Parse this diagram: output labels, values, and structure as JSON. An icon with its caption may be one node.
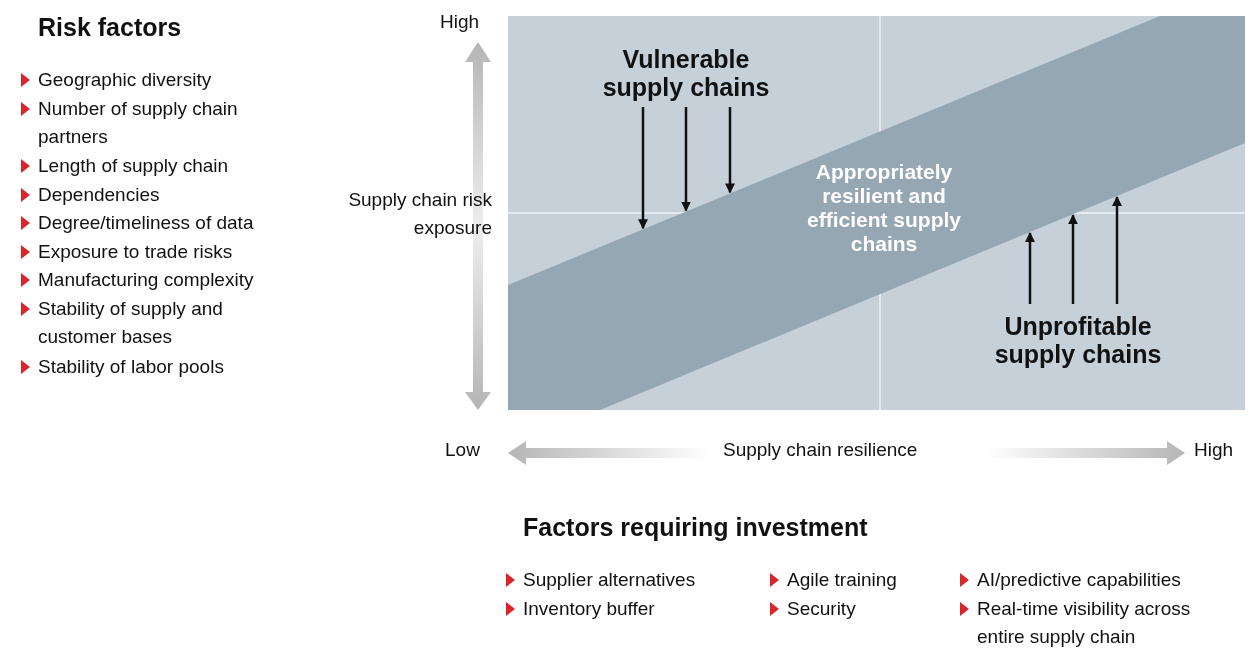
{
  "diagram": {
    "nodes": [
      {
        "text": [
          "Vulnerable supply chains"
        ]
      },
      {
        "text": [
          "Appropriately resilient and efficient supply chains"
        ]
      },
      {
        "text": [
          "Unprofitable supply chains"
        ]
      }
    ],
    "edges": [
      {
        "from": 0,
        "to": 1,
        "arrow": "to"
      },
      {
        "from": 0,
        "to": 1,
        "arrow": "to"
      },
      {
        "from": 0,
        "to": 1,
        "arrow": "to"
      },
      {
        "from": 2,
        "to": 1,
        "arrow": "to"
      },
      {
        "from": 2,
        "to": 1,
        "arrow": "to"
      },
      {
        "from": 2,
        "to": 1,
        "arrow": "to"
      }
    ],
    "labels": [
      "Risk factors",
      "Geographic diversity",
      "Number of supply chain partners",
      "Length of supply chain",
      "Dependencies",
      "Degree/timeliness of data",
      "Exposure to trade risks",
      "Manufacturing complexity",
      "Stability of supply and customer bases",
      "Stability of labor pools",
      "High",
      "Supply chain risk exposure",
      "Low",
      "Supply chain resilience",
      "High",
      "Factors requiring investment",
      "Supplier alternatives",
      "Inventory buffer",
      "Agile training",
      "Security",
      "AI/predictive capabilities",
      "Real-time visibility across entire supply chain"
    ]
  }
}
